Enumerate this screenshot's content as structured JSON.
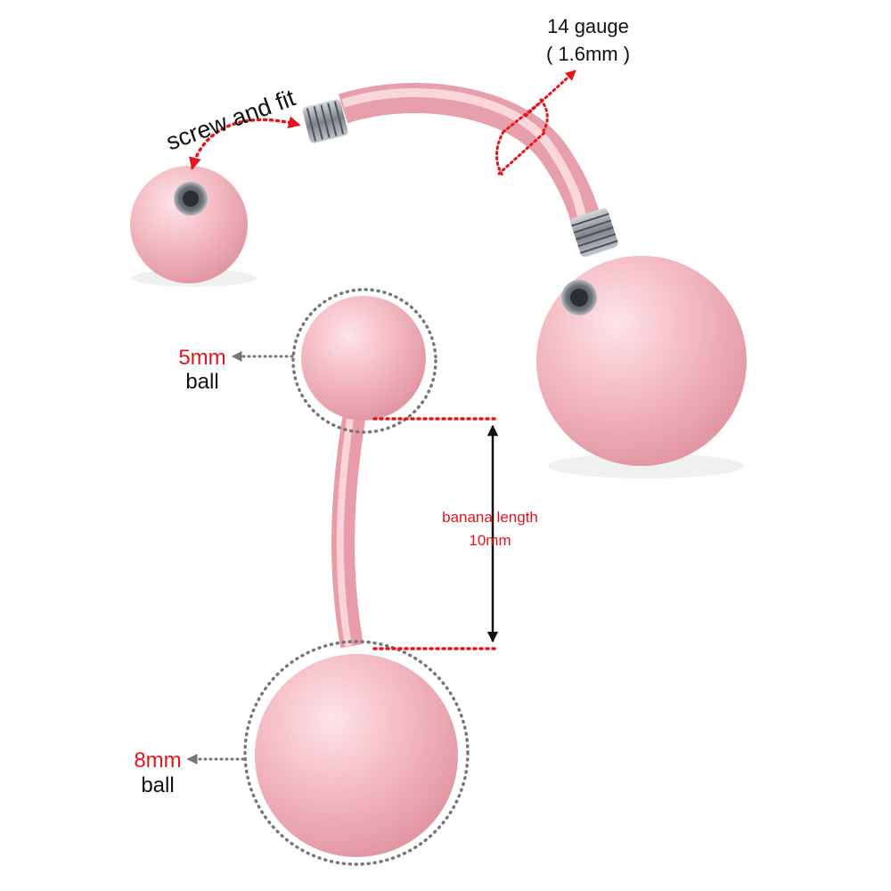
{
  "labels": {
    "gauge": "14 gauge",
    "gauge_mm": "( 1.6mm )",
    "screw": "screw and fit",
    "small_ball": "5mm",
    "small_ball_word": "ball",
    "large_ball": "8mm",
    "large_ball_word": "ball",
    "length": "banana length",
    "length_mm": "10mm"
  },
  "colors": {
    "ball_pink": "#f4b8c0",
    "ball_shadow": "#e49aa6",
    "steel": "#8a8f96",
    "annotation_red": "#e8141c",
    "dotted_gray": "#777777",
    "text_black": "#111111"
  }
}
